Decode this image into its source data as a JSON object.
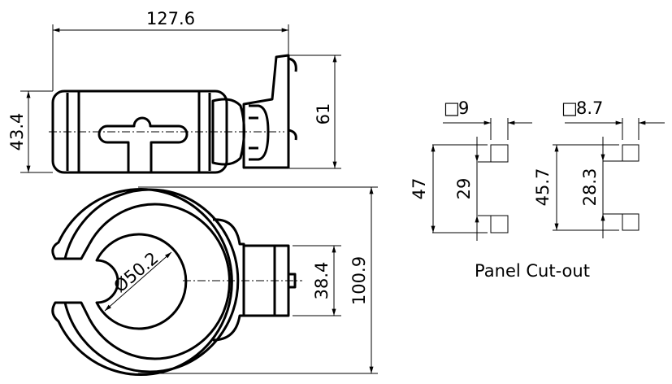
{
  "top_view": {
    "width_dim": "127.6",
    "height_dim": "43.4",
    "bracket_dim": "61"
  },
  "front_view": {
    "bore_dim": "Ø50.2",
    "connector_dim": "38.4",
    "overall_dim": "100.9"
  },
  "cutouts": [
    {
      "square": "9",
      "outer": "47",
      "inner": "29"
    },
    {
      "square": "8.7",
      "outer": "45.7",
      "inner": "28.3"
    }
  ],
  "caption": "Panel Cut-out",
  "square_symbol": "□"
}
